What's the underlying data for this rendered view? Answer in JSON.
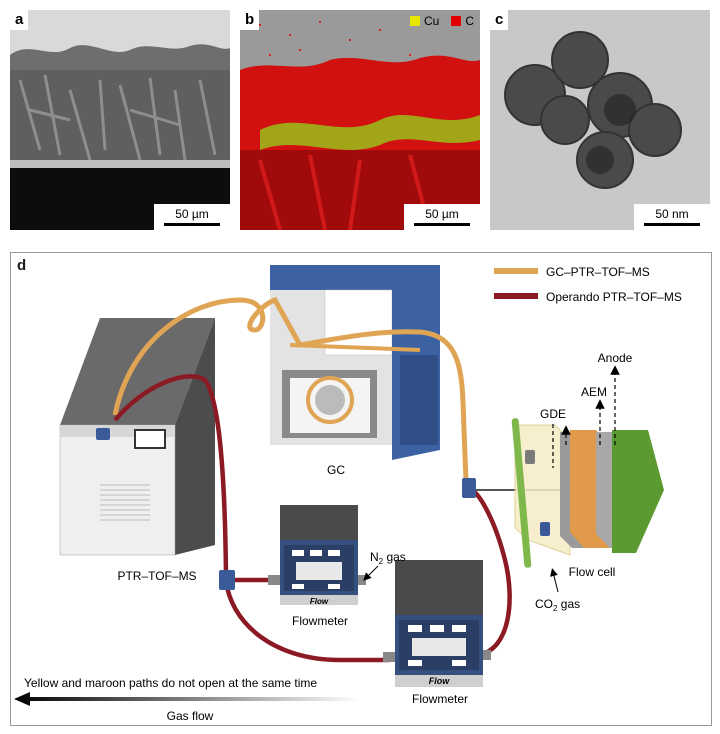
{
  "panels": {
    "a": {
      "label": "a",
      "scale": "50 µm"
    },
    "b": {
      "label": "b",
      "scale": "50 µm",
      "legend": [
        {
          "name": "Cu",
          "color": "#e6e600"
        },
        {
          "name": "C",
          "color": "#e30000"
        }
      ]
    },
    "c": {
      "label": "c",
      "scale": "50 nm"
    },
    "d": {
      "label": "d"
    }
  },
  "legend": {
    "gc_line": {
      "label": "GC–PTR–TOF–MS",
      "color": "#e0a455"
    },
    "operando_line": {
      "label": "Operando PTR–TOF–MS",
      "color": "#8b1a24"
    }
  },
  "labels": {
    "gc": "GC",
    "ptr": "PTR–TOF–MS",
    "flowmeter1": "Flowmeter",
    "flowmeter2": "Flowmeter",
    "flow_tag": "Flow",
    "n2": "N",
    "n2_sub": "2",
    "n2_suffix": " gas",
    "co2": "CO",
    "co2_sub": "2",
    "co2_suffix": " gas",
    "flowcell": "Flow cell",
    "gde": "GDE",
    "aem": "AEM",
    "anode": "Anode",
    "note": "Yellow and maroon paths do not open at the same time",
    "gasflow": "Gas flow"
  }
}
